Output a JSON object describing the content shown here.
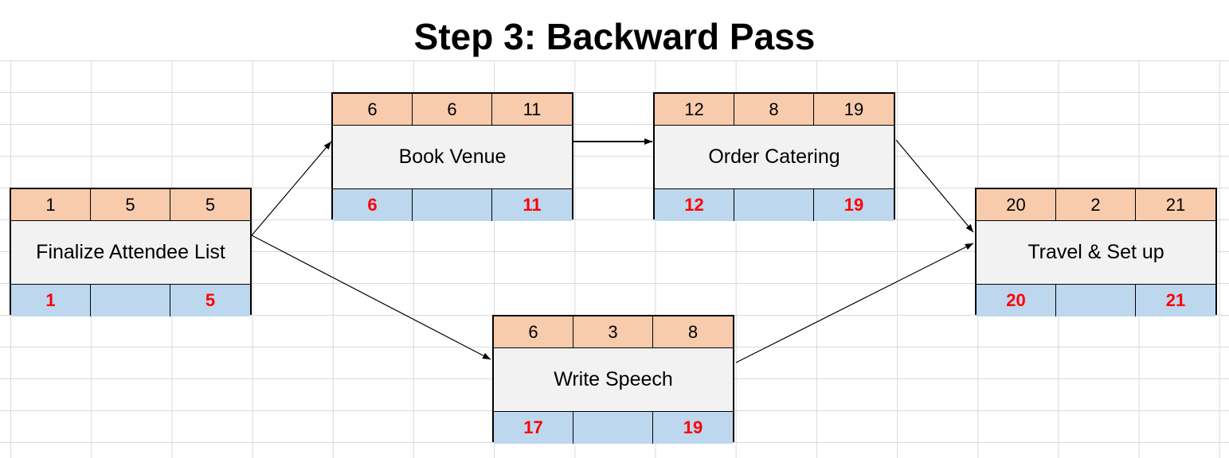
{
  "title": "Step 3:  Backward Pass",
  "nodes": {
    "finalize": {
      "name": "Finalize Attendee List",
      "es": "1",
      "duration": "5",
      "ef": "5",
      "ls": "1",
      "slack": "",
      "lf": "5"
    },
    "venue": {
      "name": "Book Venue",
      "es": "6",
      "duration": "6",
      "ef": "11",
      "ls": "6",
      "slack": "",
      "lf": "11"
    },
    "catering": {
      "name": "Order Catering",
      "es": "12",
      "duration": "8",
      "ef": "19",
      "ls": "12",
      "slack": "",
      "lf": "19"
    },
    "speech": {
      "name": "Write Speech",
      "es": "6",
      "duration": "3",
      "ef": "8",
      "ls": "17",
      "slack": "",
      "lf": "19"
    },
    "travel": {
      "name": "Travel & Set up",
      "es": "20",
      "duration": "2",
      "ef": "21",
      "ls": "20",
      "slack": "",
      "lf": "21"
    }
  },
  "edges": [
    {
      "from": "Finalize Attendee List",
      "to": "Book Venue"
    },
    {
      "from": "Finalize Attendee List",
      "to": "Write Speech"
    },
    {
      "from": "Book Venue",
      "to": "Order Catering"
    },
    {
      "from": "Order Catering",
      "to": "Travel & Set up"
    },
    {
      "from": "Write Speech",
      "to": "Travel & Set up"
    }
  ],
  "colors": {
    "header_fill": "#f8cbad",
    "name_fill": "#f2f2f2",
    "late_fill": "#bdd7ee",
    "late_text": "#ff0000"
  }
}
